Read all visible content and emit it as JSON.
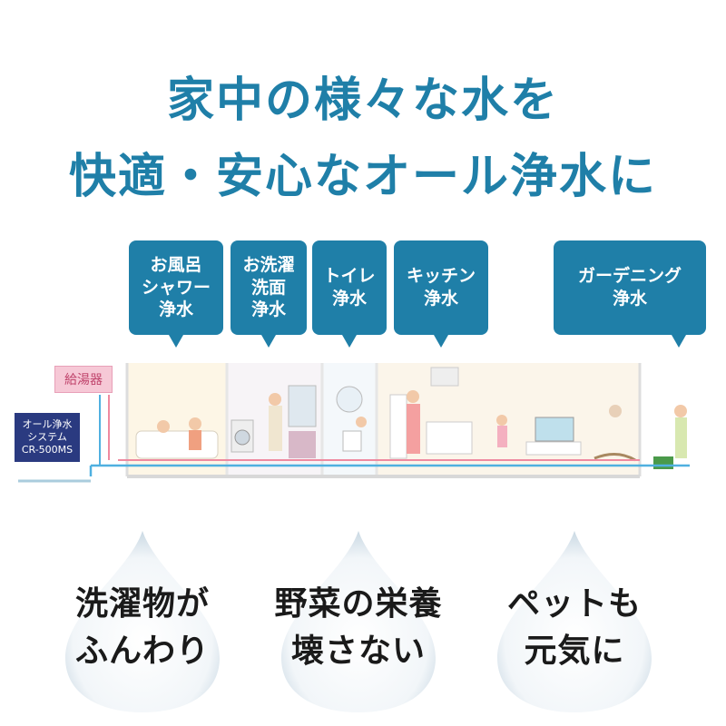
{
  "headline": {
    "line1": "家中の様々な水を",
    "line2": "快適・安心なオール浄水に"
  },
  "callouts": [
    {
      "lines": [
        "お風呂",
        "シャワー",
        "浄水"
      ]
    },
    {
      "lines": [
        "お洗濯",
        "洗面",
        "浄水"
      ]
    },
    {
      "lines": [
        "トイレ",
        "浄水"
      ]
    },
    {
      "lines": [
        "キッチン",
        "浄水"
      ]
    },
    {
      "lines": [
        "ガーデニング",
        "浄水"
      ]
    }
  ],
  "scene": {
    "water_heater_label": "給湯器",
    "system_label_line1": "オール浄水",
    "system_label_line2": "システム",
    "system_label_line3": "CR-500MS"
  },
  "benefits": [
    {
      "line1": "洗濯物が",
      "line2": "ふんわり"
    },
    {
      "line1": "野菜の栄養",
      "line2": "壊さない"
    },
    {
      "line1": "ペットも",
      "line2": "元気に"
    }
  ],
  "colors": {
    "accent": "#1f7fa8",
    "system_box": "#2a3a80",
    "heater_box": "#f6c8d6"
  }
}
